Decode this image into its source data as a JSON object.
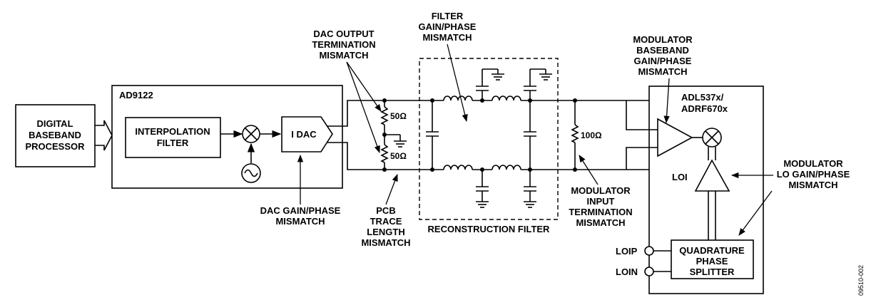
{
  "blocks": {
    "dsp": [
      "DIGITAL",
      "BASEBAND",
      "PROCESSOR"
    ],
    "dac_chip": "AD9122",
    "interp_filter": [
      "INTERPOLATION",
      "FILTER"
    ],
    "idac": "I DAC",
    "modulator_chip": [
      "ADL537x/",
      "ADRF670x"
    ],
    "lo": "LOI",
    "quad_splitter": [
      "QUADRATURE",
      "PHASE",
      "SPLITTER"
    ],
    "loip": "LOIP",
    "loin": "LOIN"
  },
  "components": {
    "r_top": "50Ω",
    "r_bot": "50Ω",
    "r_mod": "100Ω"
  },
  "annotations": {
    "dac_output_term": [
      "DAC OUTPUT",
      "TERMINATION",
      "MISMATCH"
    ],
    "filter_gp": [
      "FILTER",
      "GAIN/PHASE",
      "MISMATCH"
    ],
    "mod_bb_gp": [
      "MODULATOR",
      "BASEBAND",
      "GAIN/PHASE",
      "MISMATCH"
    ],
    "mod_lo_gp": [
      "MODULATOR",
      "LO GAIN/PHASE",
      "MISMATCH"
    ],
    "dac_gp": [
      "DAC GAIN/PHASE",
      "MISMATCH"
    ],
    "pcb_trace": [
      "PCB",
      "TRACE",
      "LENGTH",
      "MISMATCH"
    ],
    "recon_filter": "RECONSTRUCTION FILTER",
    "mod_input_term": [
      "MODULATOR",
      "INPUT",
      "TERMINATION",
      "MISMATCH"
    ]
  },
  "figure_id": "09510-002"
}
